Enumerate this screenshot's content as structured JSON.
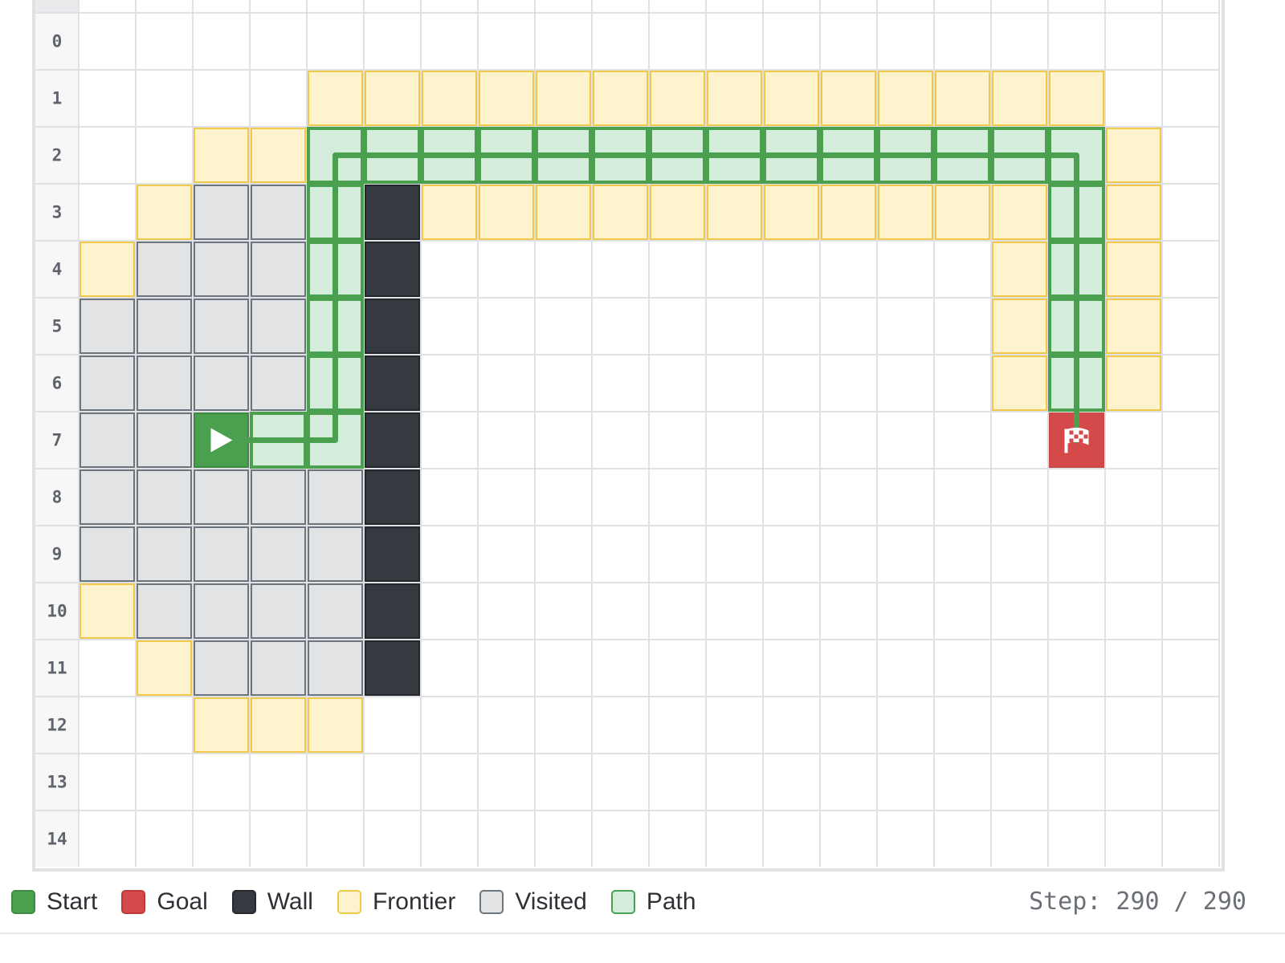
{
  "grid": {
    "rows": 15,
    "cols": 20,
    "row_labels": [
      "0",
      "1",
      "2",
      "3",
      "4",
      "5",
      "6",
      "7",
      "8",
      "9",
      "10",
      "11",
      "12",
      "13",
      "14"
    ],
    "start": [
      7,
      2
    ],
    "goal": [
      7,
      17
    ],
    "walls": [
      [
        3,
        5
      ],
      [
        4,
        5
      ],
      [
        5,
        5
      ],
      [
        6,
        5
      ],
      [
        7,
        5
      ],
      [
        8,
        5
      ],
      [
        9,
        5
      ],
      [
        10,
        5
      ],
      [
        11,
        5
      ]
    ],
    "visited": [
      [
        3,
        2
      ],
      [
        3,
        3
      ],
      [
        4,
        1
      ],
      [
        4,
        2
      ],
      [
        4,
        3
      ],
      [
        5,
        0
      ],
      [
        5,
        1
      ],
      [
        5,
        2
      ],
      [
        5,
        3
      ],
      [
        6,
        0
      ],
      [
        6,
        1
      ],
      [
        6,
        2
      ],
      [
        6,
        3
      ],
      [
        7,
        0
      ],
      [
        7,
        1
      ],
      [
        8,
        0
      ],
      [
        8,
        1
      ],
      [
        8,
        2
      ],
      [
        8,
        3
      ],
      [
        8,
        4
      ],
      [
        9,
        0
      ],
      [
        9,
        1
      ],
      [
        9,
        2
      ],
      [
        9,
        3
      ],
      [
        9,
        4
      ],
      [
        10,
        1
      ],
      [
        10,
        2
      ],
      [
        10,
        3
      ],
      [
        10,
        4
      ],
      [
        11,
        2
      ],
      [
        11,
        3
      ],
      [
        11,
        4
      ]
    ],
    "frontier": [
      [
        1,
        4
      ],
      [
        1,
        5
      ],
      [
        1,
        6
      ],
      [
        1,
        7
      ],
      [
        1,
        8
      ],
      [
        1,
        9
      ],
      [
        1,
        10
      ],
      [
        1,
        11
      ],
      [
        1,
        12
      ],
      [
        1,
        13
      ],
      [
        1,
        14
      ],
      [
        1,
        15
      ],
      [
        1,
        16
      ],
      [
        1,
        17
      ],
      [
        2,
        2
      ],
      [
        2,
        3
      ],
      [
        2,
        18
      ],
      [
        3,
        1
      ],
      [
        3,
        6
      ],
      [
        3,
        7
      ],
      [
        3,
        8
      ],
      [
        3,
        9
      ],
      [
        3,
        10
      ],
      [
        3,
        11
      ],
      [
        3,
        12
      ],
      [
        3,
        13
      ],
      [
        3,
        14
      ],
      [
        3,
        15
      ],
      [
        3,
        16
      ],
      [
        3,
        18
      ],
      [
        4,
        0
      ],
      [
        4,
        16
      ],
      [
        4,
        18
      ],
      [
        5,
        16
      ],
      [
        5,
        18
      ],
      [
        6,
        16
      ],
      [
        6,
        18
      ],
      [
        10,
        0
      ],
      [
        11,
        1
      ],
      [
        12,
        2
      ],
      [
        12,
        3
      ],
      [
        12,
        4
      ]
    ],
    "path": [
      [
        7,
        2
      ],
      [
        7,
        3
      ],
      [
        7,
        4
      ],
      [
        6,
        4
      ],
      [
        5,
        4
      ],
      [
        4,
        4
      ],
      [
        3,
        4
      ],
      [
        2,
        4
      ],
      [
        2,
        5
      ],
      [
        2,
        6
      ],
      [
        2,
        7
      ],
      [
        2,
        8
      ],
      [
        2,
        9
      ],
      [
        2,
        10
      ],
      [
        2,
        11
      ],
      [
        2,
        12
      ],
      [
        2,
        13
      ],
      [
        2,
        14
      ],
      [
        2,
        15
      ],
      [
        2,
        16
      ],
      [
        2,
        17
      ],
      [
        3,
        17
      ],
      [
        4,
        17
      ],
      [
        5,
        17
      ],
      [
        6,
        17
      ],
      [
        7,
        17
      ]
    ]
  },
  "icons": {
    "start": "play-icon",
    "goal": "checkered-flag-icon"
  },
  "colors": {
    "start": "#4aa04e",
    "goal": "#d44a4a",
    "wall": "#343a40",
    "frontier_fill": "#fff3cd",
    "frontier_border": "#f0c94a",
    "visited_fill": "#e2e3e5",
    "visited_border": "#6c757d",
    "path_fill": "#d4edda",
    "path_border": "#4aa04e",
    "grid_line": "#dfe1e5"
  },
  "legend": [
    {
      "key": "start",
      "label": "Start"
    },
    {
      "key": "goal",
      "label": "Goal"
    },
    {
      "key": "wall",
      "label": "Wall"
    },
    {
      "key": "frontier",
      "label": "Frontier"
    },
    {
      "key": "visited",
      "label": "Visited"
    },
    {
      "key": "path",
      "label": "Path"
    }
  ],
  "status": {
    "step_text": "Step: 290 / 290"
  }
}
